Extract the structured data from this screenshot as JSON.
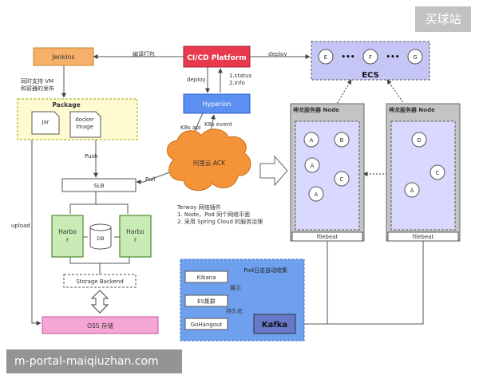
{
  "nodes": {
    "jenkins": "Jenkins",
    "cicd": "CI/CD Platform",
    "hyperion": "Hyperion",
    "package": "Package",
    "jar": "Jar",
    "docker_image": [
      "docker",
      "image"
    ],
    "slb": "SLB",
    "harbor_left": [
      "Harbo",
      "r"
    ],
    "harbor_right": [
      "Harbo",
      "r"
    ],
    "db": "DB",
    "storage_backend": "Storage Backend",
    "oss": "OSS 存储",
    "ack": "阿里云 ACK",
    "ecs": "ECS",
    "ecs_nodes": [
      "E",
      "F",
      "G"
    ],
    "ecs_dots": [
      "•••",
      "•••"
    ],
    "node_left_title": "神龙服务器 Node",
    "node_right_title": "神龙服务器 Node",
    "node_left_pods": [
      "A",
      "B",
      "A",
      "C",
      "A"
    ],
    "node_right_pods": [
      "D",
      "C",
      "A"
    ],
    "filebeat_left": "filebeat",
    "filebeat_right": "filebeat",
    "pod_log_title": "Pod日志自动收集",
    "kibana": "Kibana",
    "es_cluster": "ES集群",
    "gohangout": "GoHangout",
    "kafka": "Kafka"
  },
  "labels": {
    "compile_package": "编译打包",
    "deploy_top": "deploy",
    "deploy_mid": "deploy",
    "status_info": [
      "1.status",
      "2.info"
    ],
    "k8s_api": "K8s api",
    "k8s_event": "K8s event",
    "vm_container": [
      "同时支持 VM",
      "和容器的发布"
    ],
    "push": "Push",
    "pull": "Pull",
    "upload": "upload",
    "terway": [
      "Terway 网络插件",
      "1. Node，Pod 同个网络平面",
      "2. 采用 Spring Cloud 的服务治理"
    ],
    "display": "展示",
    "persist": "持久化"
  },
  "watermarks": {
    "top": "买球站",
    "bottom": "m-portal-maiqiuzhan.com"
  },
  "colors": {
    "jenkins": "#f5b06a",
    "cicd": "#e8394d",
    "hyperion": "#5b8ff0",
    "package": "#fffbd0",
    "harbor": "#c9ecb7",
    "oss": "#f6a6d6",
    "ack": "#f59338",
    "ecs": "#c6c6f6",
    "node": "#c4c4c4",
    "node_inner": "#d9d9ff",
    "log_panel": "#6ea0ee",
    "kafka": "#6778c9"
  }
}
